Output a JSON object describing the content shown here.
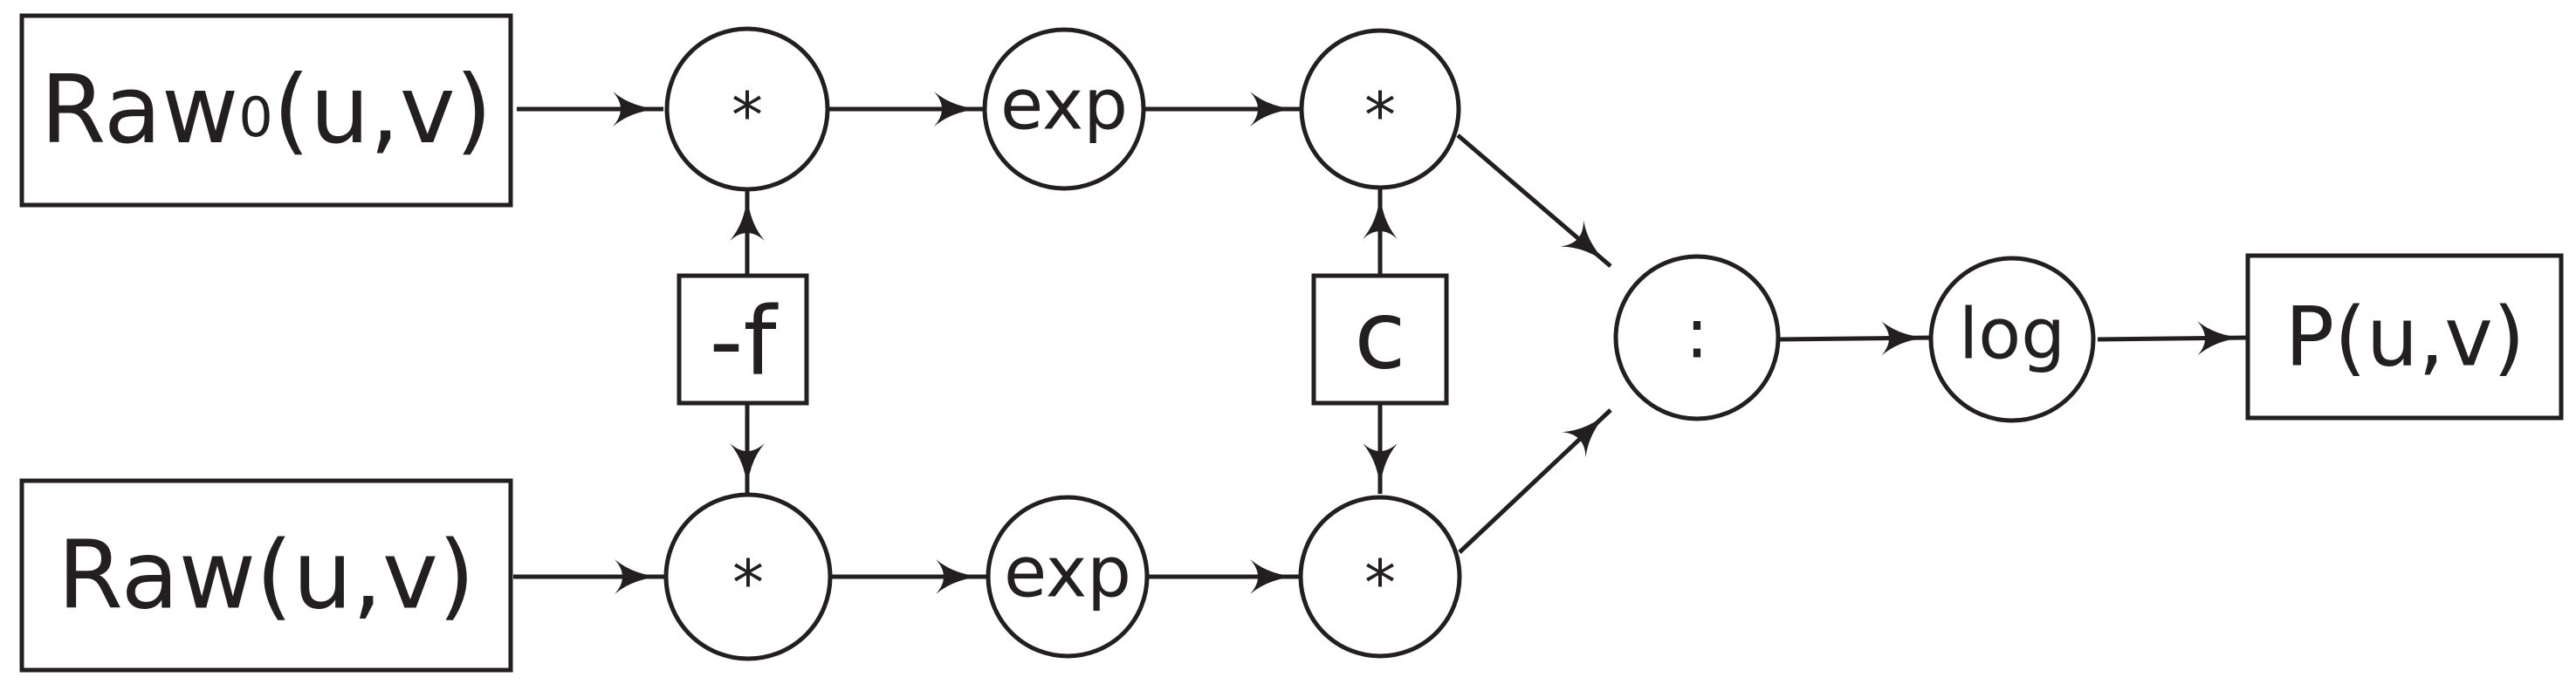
{
  "diagram": {
    "inputs": {
      "reference": {
        "base": "Raw",
        "subscript": "0",
        "args": "(u,v)"
      },
      "measured": {
        "label": "Raw(u,v)"
      }
    },
    "parameters": {
      "exponent": "-f",
      "scale": "c"
    },
    "operators": {
      "multiply_top_1": "*",
      "exp_top": "exp",
      "multiply_top_2": "*",
      "multiply_bottom_1": "*",
      "exp_bottom": "exp",
      "multiply_bottom_2": "*",
      "divide": ":",
      "log": "log"
    },
    "output": {
      "label": "P(u,v)"
    },
    "colors": {
      "stroke": "#231f20",
      "background": "#ffffff"
    }
  }
}
